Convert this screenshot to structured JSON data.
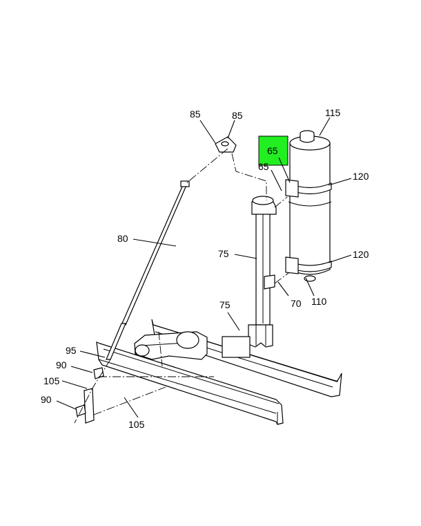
{
  "callouts": {
    "c85a": "85",
    "c85b": "85",
    "c115": "115",
    "c65_highlight": "65",
    "c65": "65",
    "c120_top": "120",
    "c80": "80",
    "c75_upper": "75",
    "c120_bottom": "120",
    "c70": "70",
    "c110": "110",
    "c75_lower": "75",
    "c95": "95",
    "c90_upper": "90",
    "c105_upper": "105",
    "c90_lower": "90",
    "c105_lower": "105"
  },
  "colors": {
    "highlight": "#22ee22",
    "line": "#000000",
    "background": "#ffffff"
  }
}
